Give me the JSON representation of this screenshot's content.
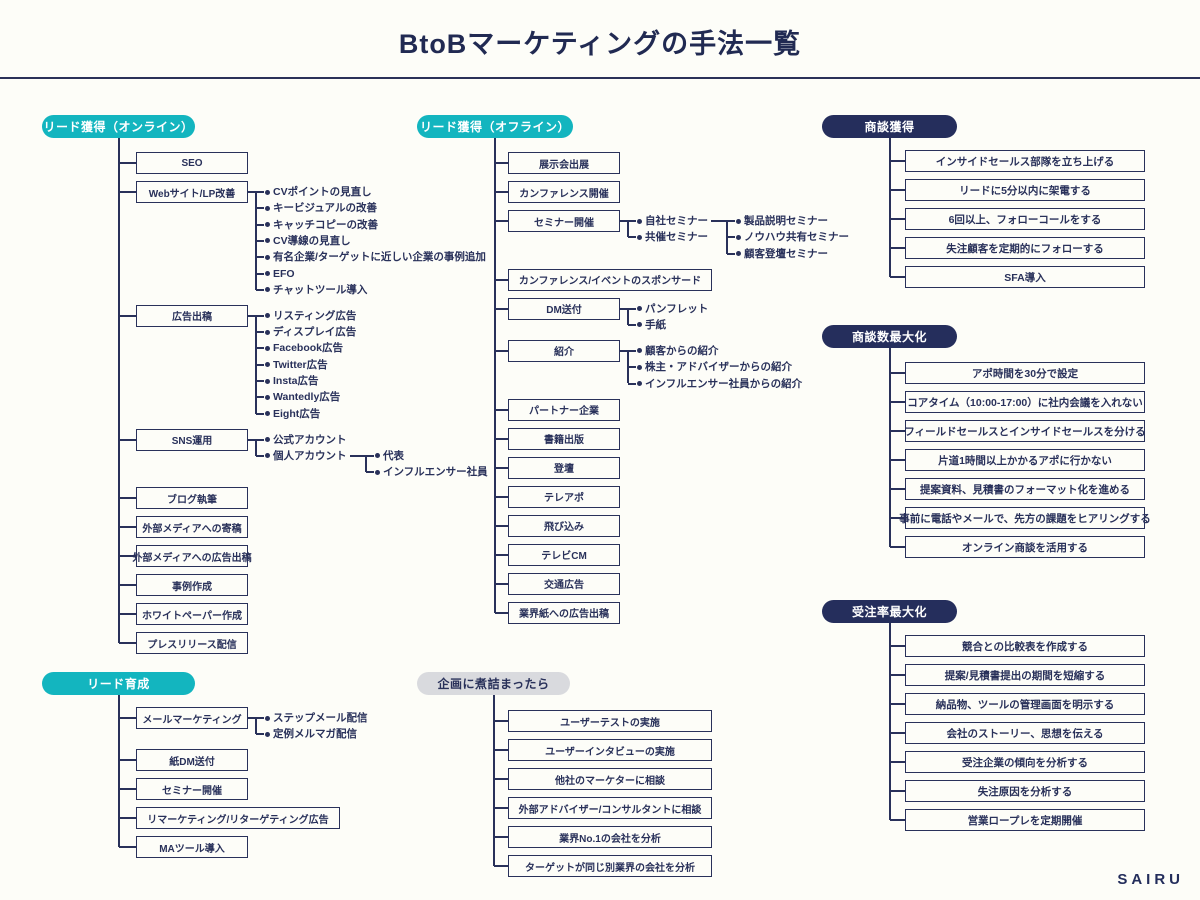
{
  "title": "BtoBマーケティングの手法一覧",
  "logo": "SAIRU",
  "colors": {
    "teal": "#13b5bf",
    "navy": "#252e5c",
    "gray": "#d9dade",
    "ink": "#29315a",
    "background": "#fdfdf8"
  },
  "sections": [
    {
      "id": "lead-gen-online",
      "label": "リード獲得（オンライン）",
      "theme": "teal",
      "items": [
        {
          "label": "SEO"
        },
        {
          "label": "Webサイト/LP改善",
          "children": [
            {
              "label": "CVポイントの見直し"
            },
            {
              "label": "キービジュアルの改善"
            },
            {
              "label": "キャッチコピーの改善"
            },
            {
              "label": "CV導線の見直し"
            },
            {
              "label": "有名企業/ターゲットに近しい企業の事例追加"
            },
            {
              "label": "EFO"
            },
            {
              "label": "チャットツール導入"
            }
          ]
        },
        {
          "label": "広告出稿",
          "children": [
            {
              "label": "リスティング広告"
            },
            {
              "label": "ディスプレイ広告"
            },
            {
              "label": "Facebook広告"
            },
            {
              "label": "Twitter広告"
            },
            {
              "label": "Insta広告"
            },
            {
              "label": "Wantedly広告"
            },
            {
              "label": "Eight広告"
            }
          ]
        },
        {
          "label": "SNS運用",
          "children": [
            {
              "label": "公式アカウント"
            },
            {
              "label": "個人アカウント",
              "children": [
                {
                  "label": "代表"
                },
                {
                  "label": "インフルエンサー社員"
                }
              ]
            }
          ]
        },
        {
          "label": "ブログ執筆"
        },
        {
          "label": "外部メディアへの寄稿"
        },
        {
          "label": "外部メディアへの広告出稿"
        },
        {
          "label": "事例作成"
        },
        {
          "label": "ホワイトペーパー作成"
        },
        {
          "label": "プレスリリース配信"
        }
      ]
    },
    {
      "id": "lead-gen-offline",
      "label": "リード獲得（オフライン）",
      "theme": "teal",
      "items": [
        {
          "label": "展示会出展"
        },
        {
          "label": "カンファレンス開催"
        },
        {
          "label": "セミナー開催",
          "children": [
            {
              "label": "自社セミナー",
              "children": [
                {
                  "label": "製品説明セミナー"
                },
                {
                  "label": "ノウハウ共有セミナー"
                },
                {
                  "label": "顧客登壇セミナー"
                }
              ]
            },
            {
              "label": "共催セミナー"
            }
          ]
        },
        {
          "label": "カンファレンス/イベントのスポンサード"
        },
        {
          "label": "DM送付",
          "children": [
            {
              "label": "パンフレット"
            },
            {
              "label": "手紙"
            }
          ]
        },
        {
          "label": "紹介",
          "children": [
            {
              "label": "顧客からの紹介"
            },
            {
              "label": "株主・アドバイザーからの紹介"
            },
            {
              "label": "インフルエンサー社員からの紹介"
            }
          ]
        },
        {
          "label": "パートナー企業"
        },
        {
          "label": "書籍出版"
        },
        {
          "label": "登壇"
        },
        {
          "label": "テレアポ"
        },
        {
          "label": "飛び込み"
        },
        {
          "label": "テレビCM"
        },
        {
          "label": "交通広告"
        },
        {
          "label": "業界紙への広告出稿"
        }
      ]
    },
    {
      "id": "meeting-acquisition",
      "label": "商談獲得",
      "theme": "navy",
      "items": [
        {
          "label": "インサイドセールス部隊を立ち上げる"
        },
        {
          "label": "リードに5分以内に架電する"
        },
        {
          "label": "6回以上、フォローコールをする"
        },
        {
          "label": "失注顧客を定期的にフォローする"
        },
        {
          "label": "SFA導入"
        }
      ]
    },
    {
      "id": "maximize-meetings",
      "label": "商談数最大化",
      "theme": "navy",
      "items": [
        {
          "label": "アポ時間を30分で設定"
        },
        {
          "label": "コアタイム（10:00-17:00）に社内会議を入れない"
        },
        {
          "label": "フィールドセールスとインサイドセールスを分ける"
        },
        {
          "label": "片道1時間以上かかるアポに行かない"
        },
        {
          "label": "提案資料、見積書のフォーマット化を進める"
        },
        {
          "label": "事前に電話やメールで、先方の課題をヒアリングする"
        },
        {
          "label": "オンライン商談を活用する"
        }
      ]
    },
    {
      "id": "maximize-win-rate",
      "label": "受注率最大化",
      "theme": "navy",
      "items": [
        {
          "label": "競合との比較表を作成する"
        },
        {
          "label": "提案/見積書提出の期間を短縮する"
        },
        {
          "label": "納品物、ツールの管理画面を明示する"
        },
        {
          "label": "会社のストーリー、思想を伝える"
        },
        {
          "label": "受注企業の傾向を分析する"
        },
        {
          "label": "失注原因を分析する"
        },
        {
          "label": "営業ロープレを定期開催"
        }
      ]
    },
    {
      "id": "lead-nurturing",
      "label": "リード育成",
      "theme": "teal",
      "items": [
        {
          "label": "メールマーケティング",
          "children": [
            {
              "label": "ステップメール配信"
            },
            {
              "label": "定例メルマガ配信"
            }
          ]
        },
        {
          "label": "紙DM送付"
        },
        {
          "label": "セミナー開催"
        },
        {
          "label": "リマーケティング/リターゲティング広告"
        },
        {
          "label": "MAツール導入"
        }
      ]
    },
    {
      "id": "when-stuck",
      "label": "企画に煮詰まったら",
      "theme": "gray",
      "items": [
        {
          "label": "ユーザーテストの実施"
        },
        {
          "label": "ユーザーインタビューの実施"
        },
        {
          "label": "他社のマーケターに相談"
        },
        {
          "label": "外部アドバイザー/コンサルタントに相談"
        },
        {
          "label": "業界No.1の会社を分析"
        },
        {
          "label": "ターゲットが同じ別業界の会社を分析"
        }
      ]
    }
  ]
}
